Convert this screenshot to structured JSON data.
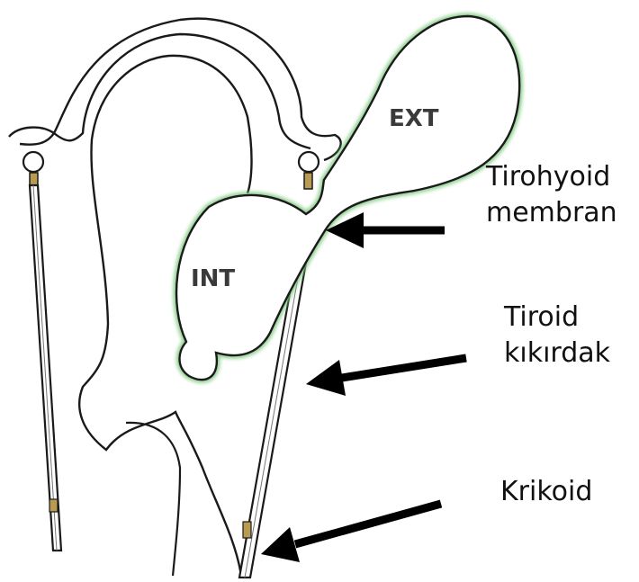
{
  "labels": {
    "ext": "EXT",
    "int": "INT",
    "tirohyoid_line1": "Tirohyoid",
    "tirohyoid_line2": "membran",
    "tiroid_line1": "Tiroid",
    "tiroid_line2": "kıkırdak",
    "krikoid": "Krikoid"
  },
  "colors": {
    "outline": "#1a1a1a",
    "cyst_border": "#7cc87c",
    "arrow": "#000000",
    "cartilage_stripe": "#b89a50"
  }
}
